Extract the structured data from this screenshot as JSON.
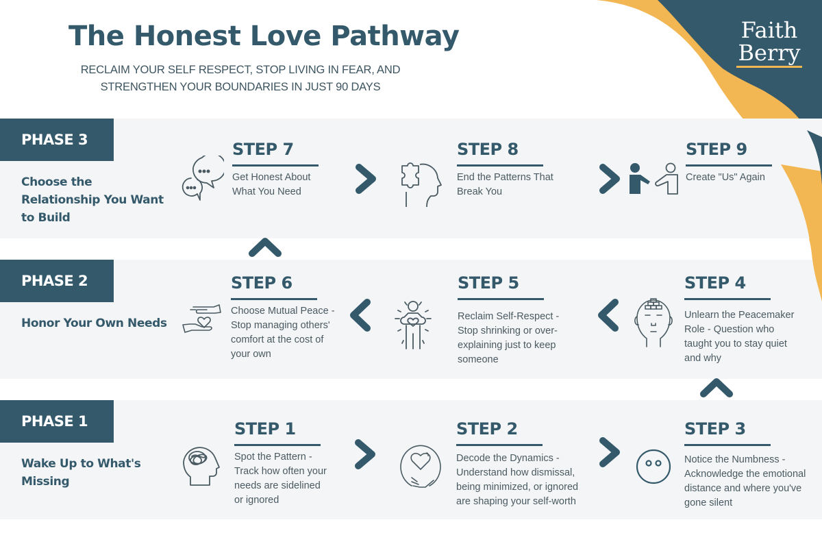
{
  "header": {
    "title": "The Honest Love Pathway",
    "subtitle": "RECLAIM YOUR SELF RESPECT, STOP LIVING IN FEAR, AND STRENGTHEN YOUR BOUNDARIES IN JUST 90 DAYS"
  },
  "logo": {
    "line1": "Faith",
    "line2": "Berry"
  },
  "colors": {
    "primary": "#33596b",
    "accent": "#f2b652",
    "band": "#f4f5f6",
    "text": "#4a5a62"
  },
  "phases": [
    {
      "tag": "PHASE 3",
      "description": "Choose the Relationship You Want to Build",
      "steps": [
        {
          "label": "STEP 7",
          "text": "Get Honest About What You Need",
          "icon": "chat-bubbles-icon"
        },
        {
          "label": "STEP 8",
          "text": "End the Patterns That Break You",
          "icon": "puzzle-head-icon"
        },
        {
          "label": "STEP 9",
          "text": "Create \"Us\" Again",
          "icon": "handshake-people-icon"
        }
      ]
    },
    {
      "tag": "PHASE 2",
      "description": "Honor Your Own Needs",
      "steps": [
        {
          "label": "STEP 6",
          "text": "Choose Mutual Peace - Stop managing others' comfort at the cost of your own",
          "icon": "hands-heart-icon"
        },
        {
          "label": "STEP 5",
          "text": "Reclaim Self-Respect - Stop shrinking or over-explaining just to keep someone",
          "icon": "person-heart-icon"
        },
        {
          "label": "STEP 4",
          "text": "Unlearn the Peacemaker Role - Question who taught you to stay quiet and why",
          "icon": "head-bricks-icon"
        }
      ]
    },
    {
      "tag": "PHASE 1",
      "description": "Wake Up to What's Missing",
      "steps": [
        {
          "label": "STEP 1",
          "text": "Spot the Pattern - Track how often your needs are sidelined or ignored",
          "icon": "tangled-head-icon"
        },
        {
          "label": "STEP 2",
          "text": "Decode the Dynamics - Understand how dismissal, being minimized, or ignored are shaping your self-worth",
          "icon": "heart-hand-circle-icon"
        },
        {
          "label": "STEP 3",
          "text": "Notice the Numbness - Acknowledge the emotional distance and where you've gone silent",
          "icon": "blank-face-icon"
        }
      ]
    }
  ]
}
